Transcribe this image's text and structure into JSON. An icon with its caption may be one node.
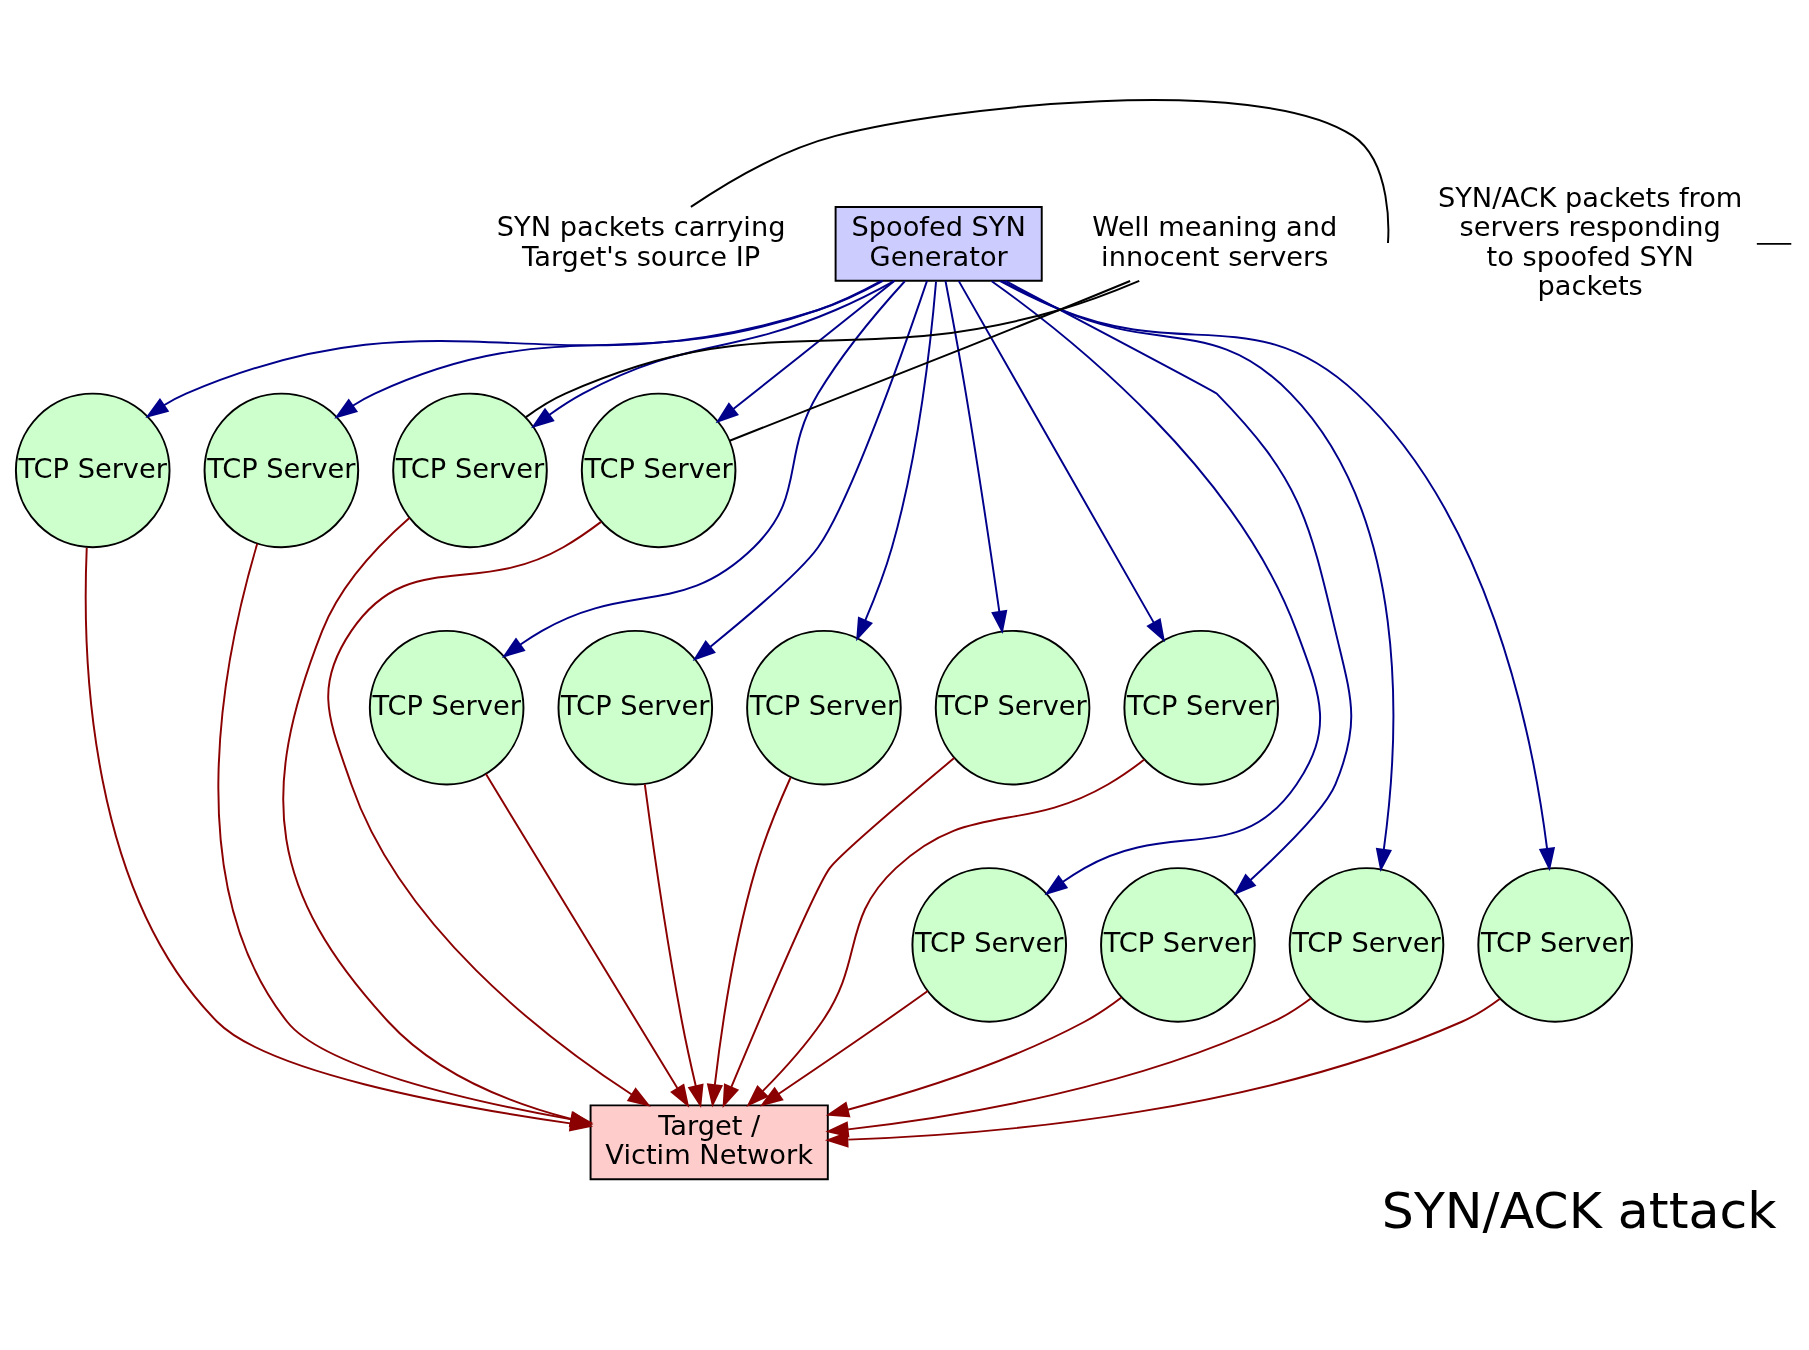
{
  "diagram": {
    "caption": "SYN/ACK attack",
    "nodes": [
      {
        "text": [
          "Spoofed SYN Generator"
        ]
      },
      {
        "text": [
          "SYN packets carrying Target's source IP"
        ]
      },
      {
        "text": [
          "Well meaning and innocent servers"
        ]
      },
      {
        "text": [
          "TCP Server"
        ]
      },
      {
        "text": [
          "TCP Server"
        ]
      },
      {
        "text": [
          "TCP Server"
        ]
      },
      {
        "text": [
          "TCP Server"
        ]
      },
      {
        "text": [
          "TCP Server"
        ]
      },
      {
        "text": [
          "TCP Server"
        ]
      },
      {
        "text": [
          "TCP Server"
        ]
      },
      {
        "text": [
          "TCP Server"
        ]
      },
      {
        "text": [
          "TCP Server"
        ]
      },
      {
        "text": [
          "TCP Server"
        ]
      },
      {
        "text": [
          "TCP Server"
        ]
      },
      {
        "text": [
          "TCP Server"
        ]
      },
      {
        "text": [
          "TCP Server"
        ]
      },
      {
        "text": [
          "Target / Victim Network"
        ]
      },
      {
        "text": [
          "SYN/ACK packets from servers responding to spoofed SYN packets"
        ]
      }
    ],
    "edges": [
      {
        "from": 0,
        "to": 3,
        "arrow": "to",
        "color": "#00008b"
      },
      {
        "from": 0,
        "to": 4,
        "arrow": "to",
        "color": "#00008b"
      },
      {
        "from": 0,
        "to": 5,
        "arrow": "to",
        "color": "#00008b"
      },
      {
        "from": 0,
        "to": 6,
        "arrow": "to",
        "color": "#00008b"
      },
      {
        "from": 0,
        "to": 7,
        "arrow": "to",
        "color": "#00008b"
      },
      {
        "from": 0,
        "to": 8,
        "arrow": "to",
        "color": "#00008b"
      },
      {
        "from": 0,
        "to": 9,
        "arrow": "to",
        "color": "#00008b"
      },
      {
        "from": 0,
        "to": 10,
        "arrow": "to",
        "color": "#00008b"
      },
      {
        "from": 0,
        "to": 11,
        "arrow": "to",
        "color": "#00008b"
      },
      {
        "from": 0,
        "to": 12,
        "arrow": "to",
        "color": "#00008b"
      },
      {
        "from": 0,
        "to": 13,
        "arrow": "to",
        "color": "#00008b"
      },
      {
        "from": 0,
        "to": 14,
        "arrow": "to",
        "color": "#00008b"
      },
      {
        "from": 0,
        "to": 15,
        "arrow": "to",
        "color": "#00008b"
      },
      {
        "from": 3,
        "to": 16,
        "arrow": "to",
        "color": "#8b0000"
      },
      {
        "from": 4,
        "to": 16,
        "arrow": "to",
        "color": "#8b0000"
      },
      {
        "from": 5,
        "to": 16,
        "arrow": "to",
        "color": "#8b0000"
      },
      {
        "from": 6,
        "to": 16,
        "arrow": "to",
        "color": "#8b0000"
      },
      {
        "from": 7,
        "to": 16,
        "arrow": "to",
        "color": "#8b0000"
      },
      {
        "from": 8,
        "to": 16,
        "arrow": "to",
        "color": "#8b0000"
      },
      {
        "from": 9,
        "to": 16,
        "arrow": "to",
        "color": "#8b0000"
      },
      {
        "from": 10,
        "to": 16,
        "arrow": "to",
        "color": "#8b0000"
      },
      {
        "from": 11,
        "to": 16,
        "arrow": "to",
        "color": "#8b0000"
      },
      {
        "from": 12,
        "to": 16,
        "arrow": "to",
        "color": "#8b0000"
      },
      {
        "from": 13,
        "to": 16,
        "arrow": "to",
        "color": "#8b0000"
      },
      {
        "from": 14,
        "to": 16,
        "arrow": "to",
        "color": "#8b0000"
      },
      {
        "from": 15,
        "to": 16,
        "arrow": "to",
        "color": "#8b0000"
      },
      {
        "from": 1,
        "to": null,
        "arrow": "none",
        "color": "#000000"
      },
      {
        "from": 2,
        "to": 5,
        "arrow": "none",
        "color": "#000000"
      },
      {
        "from": 2,
        "to": 6,
        "arrow": "none",
        "color": "#000000"
      },
      {
        "from": 17,
        "to": null,
        "arrow": "none",
        "color": "#000000"
      }
    ]
  }
}
